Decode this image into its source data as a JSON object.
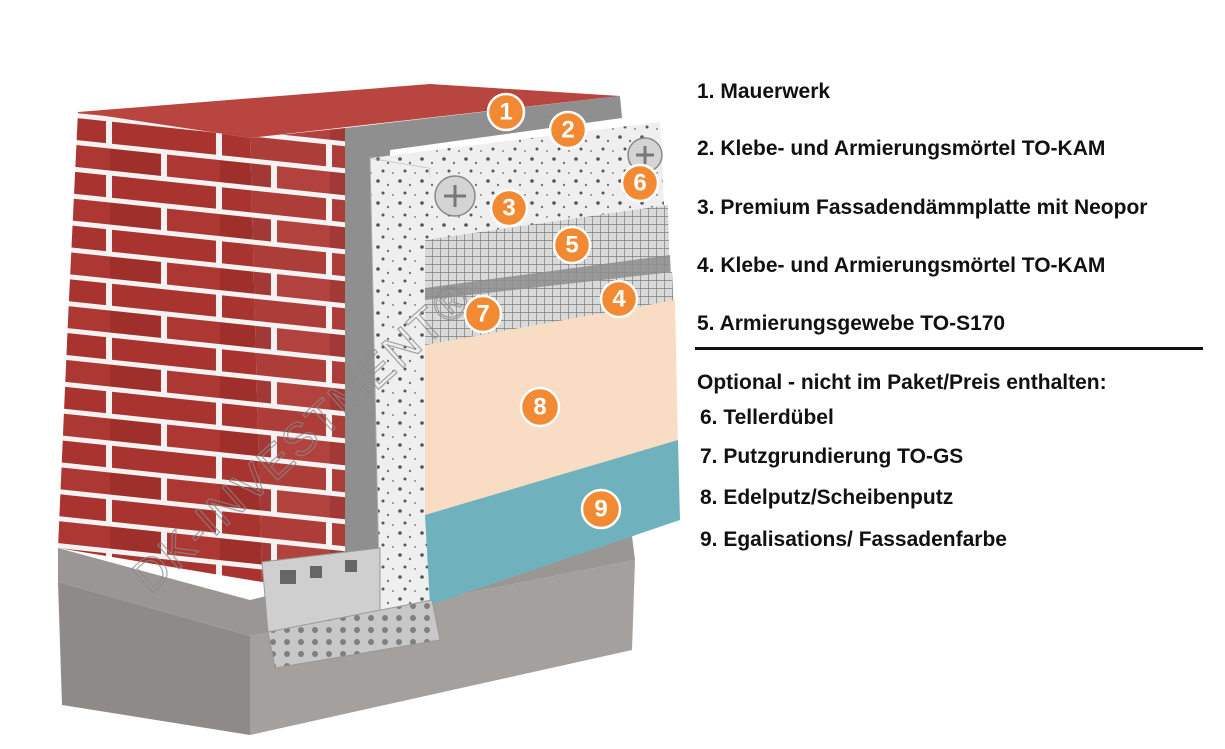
{
  "colors": {
    "brick": "#a8332f",
    "mortar": "#f2f2f2",
    "adhesive": "#8f8f8f",
    "insulation": "#efefef",
    "primer": "#b9b9b9",
    "render": "#f8dcc4",
    "paint": "#6fb2bd",
    "base": "#9a9693",
    "callout": "#f18a33"
  },
  "callouts": [
    "1",
    "2",
    "3",
    "4",
    "5",
    "6",
    "7",
    "8",
    "9"
  ],
  "watermark": "DK-INVESTMENT®",
  "legend": {
    "items": [
      "1. Mauerwerk",
      "2. Klebe- und Armierungsmörtel  TO-KAM",
      "3. Premium Fassadendämmplatte mit Neopor",
      "4. Klebe- und Armierungsmörtel  TO-KAM",
      "5. Armierungsgewebe TO-S170"
    ],
    "optional_heading": "Optional - nicht im Paket/Preis enthalten:",
    "optional_items": [
      "6. Tellerdübel",
      "7. Putzgrundierung TO-GS",
      "8. Edelputz/Scheibenputz",
      "9. Egalisations/ Fassadenfarbe"
    ]
  }
}
